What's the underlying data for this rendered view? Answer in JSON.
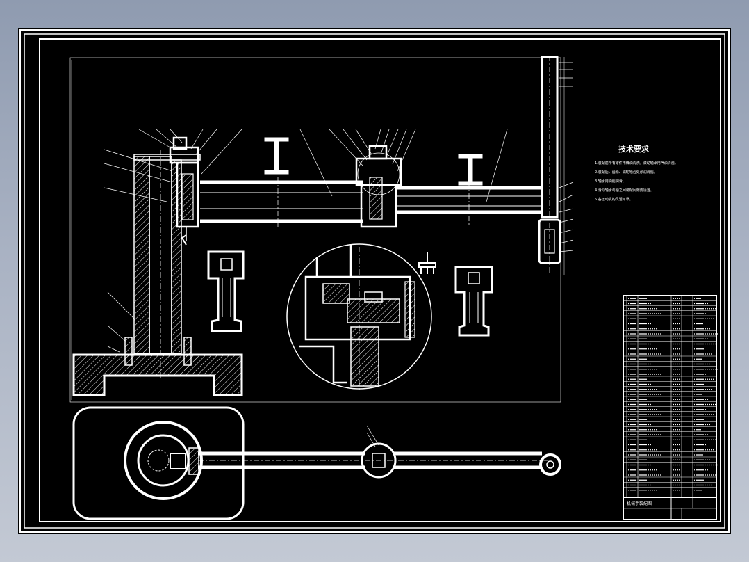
{
  "drawing": {
    "background": "#000000",
    "line_color": "#ffffff",
    "tech_requirements": {
      "title": "技术要求",
      "lines": [
        "1.装配前所有零件用煤油清洗，滚动轴承用汽油清洗。",
        "2.装配后，齿轮、蜗轮啮合处涂润滑脂。",
        "3.轴承用油脂润滑。",
        "4.滑动轴承与轴之间装配间隙要适当。",
        "5.各运动机构灵活可靠。"
      ]
    },
    "title_block": {
      "drawing_name": "机械手装配图"
    }
  }
}
